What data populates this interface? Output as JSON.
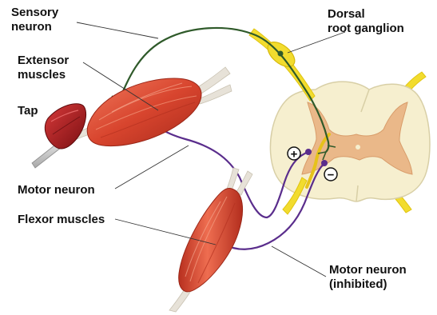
{
  "labels": {
    "sensory_neuron": [
      "Sensory",
      "neuron"
    ],
    "dorsal_root_ganglion": [
      "Dorsal",
      "root ganglion"
    ],
    "extensor_muscles": [
      "Extensor",
      "muscles"
    ],
    "tap": "Tap",
    "motor_neuron": "Motor neuron",
    "flexor_muscles": "Flexor muscles",
    "motor_neuron_inhibited": [
      "Motor neuron",
      "(inhibited)"
    ]
  },
  "symbols": {
    "excitatory": "+",
    "inhibitory": "−"
  },
  "colors": {
    "sensory_neuron": "#2f5a2a",
    "motor_neuron": "#5a2d8c",
    "interneuron": "#e6c21a",
    "spinal_cord": "#f6efcf",
    "gray_matter": "#e8b88c",
    "ganglion": "#f2dc2e",
    "muscle": "#d8452e",
    "tendon": "#e7e2d8",
    "hammer": "#b01e22"
  }
}
